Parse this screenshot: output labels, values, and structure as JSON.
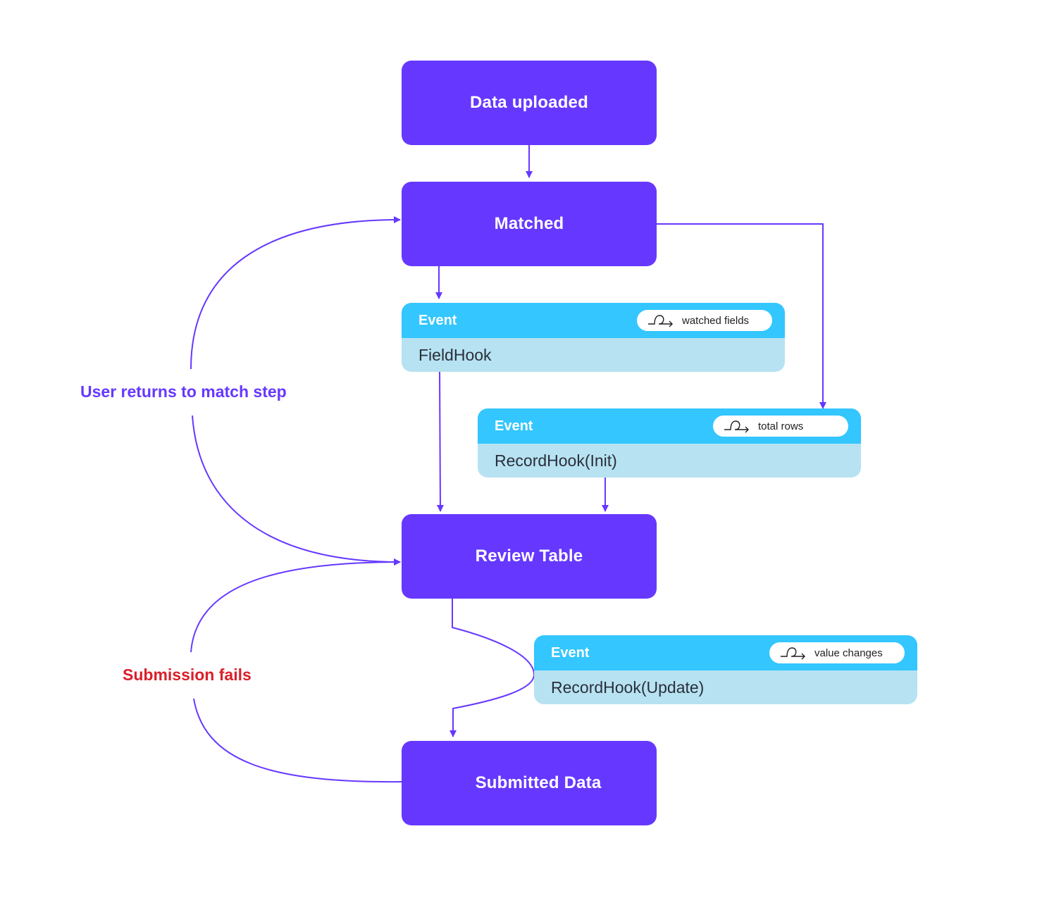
{
  "colors": {
    "state_fill": "#6638ff",
    "state_text": "#ffffff",
    "event_header": "#33c6ff",
    "event_body": "#b7e2f2",
    "connector": "#6638ff",
    "loop_label_return": "#6638ff",
    "loop_label_fail": "#d9202a"
  },
  "states": {
    "data_uploaded": "Data uploaded",
    "matched": "Matched",
    "review_table": "Review Table",
    "submitted_data": "Submitted Data"
  },
  "events": {
    "field_hook": {
      "header": "Event",
      "trigger_icon": "loop-arrow-icon",
      "trigger": "watched fields",
      "name": "FieldHook"
    },
    "record_hook_init": {
      "header": "Event",
      "trigger_icon": "loop-arrow-icon",
      "trigger": "total rows",
      "name": "RecordHook(Init)"
    },
    "record_hook_update": {
      "header": "Event",
      "trigger_icon": "loop-arrow-icon",
      "trigger": "value changes",
      "name": "RecordHook(Update)"
    }
  },
  "loops": {
    "return_to_match": "User returns to match step",
    "submission_fails": "Submission fails"
  }
}
